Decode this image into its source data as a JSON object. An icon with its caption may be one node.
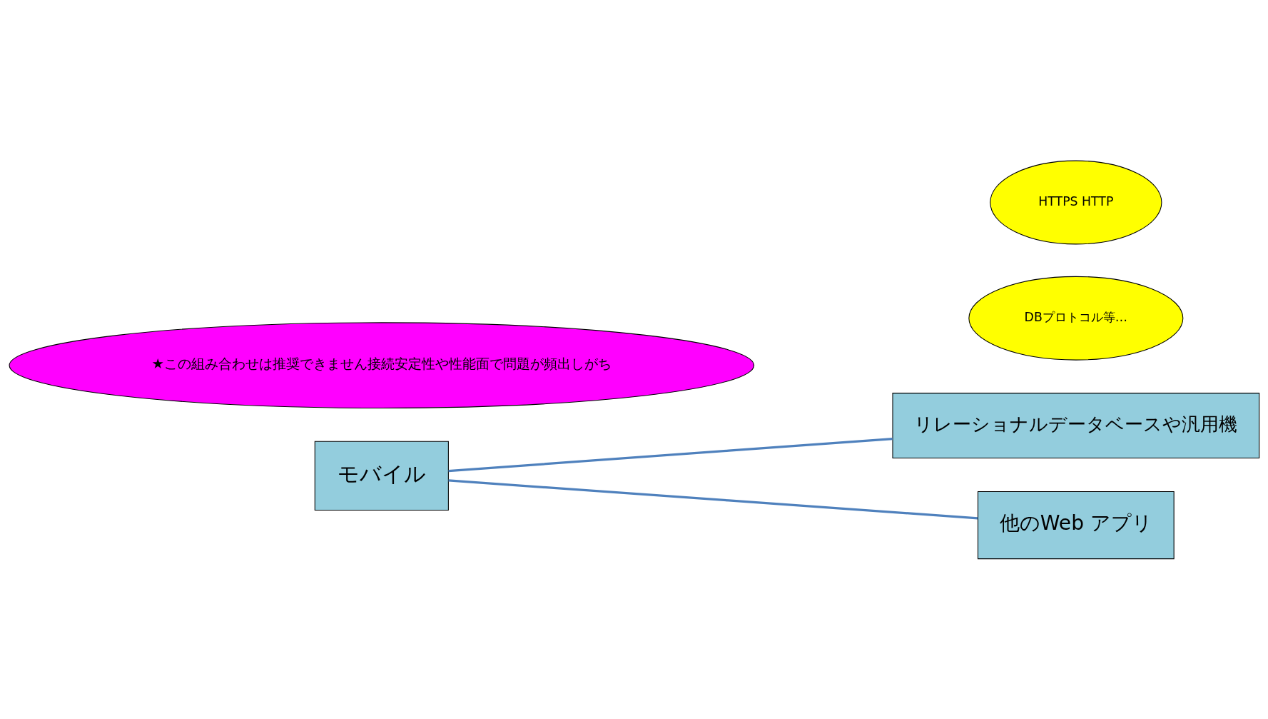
{
  "diagram": {
    "nodes": [
      {
        "text": [
          "モバイル"
        ]
      },
      {
        "text": [
          "リレーショナルデータベースや汎用機"
        ]
      },
      {
        "text": [
          "他のWeb アプリ"
        ]
      },
      {
        "text": [
          "DBプロトコル等…"
        ]
      },
      {
        "text": [
          "HTTPS HTTP"
        ]
      },
      {
        "text": [
          "★この組み合わせは推奨できません接続安定性や性能面で問題が頻出しがち"
        ]
      }
    ],
    "edges": [
      {
        "from": 0,
        "to": 1,
        "arrow": "none"
      },
      {
        "from": 0,
        "to": 2,
        "arrow": "none"
      }
    ]
  }
}
